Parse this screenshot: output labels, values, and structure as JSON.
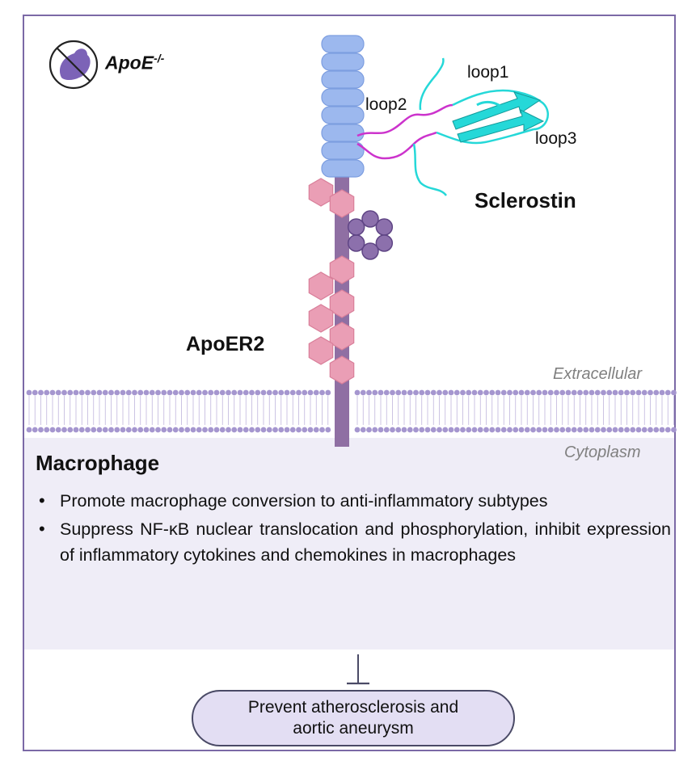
{
  "labels": {
    "mouse_model": "ApoE",
    "mouse_model_sup": "-/-",
    "loop1": "loop1",
    "loop2": "loop2",
    "loop3": "loop3",
    "ligand": "Sclerostin",
    "receptor": "ApoER2",
    "extracellular": "Extracellular",
    "cytoplasm": "Cytoplasm"
  },
  "cell": {
    "title": "Macrophage",
    "effects": [
      "Promote macrophage conversion to anti-inflammatory subtypes",
      "Suppress NF-κB nuclear translocation and phosphorylation, inhibit expression of inflammatory cytokines and chemokines in macrophages"
    ]
  },
  "outcome": {
    "line1": "Prevent atherosclerosis and",
    "line2": "aortic aneurysm"
  },
  "colors": {
    "frame": "#7b69a6",
    "receptor_stalk": "#8f6fa3",
    "blue_domain": "#9cb8ee",
    "pink_domain": "#ea9eb5",
    "purple_ring": "#8c70ac",
    "sclerostin": "#25d8d8",
    "sclerostin_loop": "#cc33cc",
    "membrane": "#a596cf",
    "cytoplasm_bg": "#efedf7",
    "outcome_fill": "#e3def3"
  }
}
